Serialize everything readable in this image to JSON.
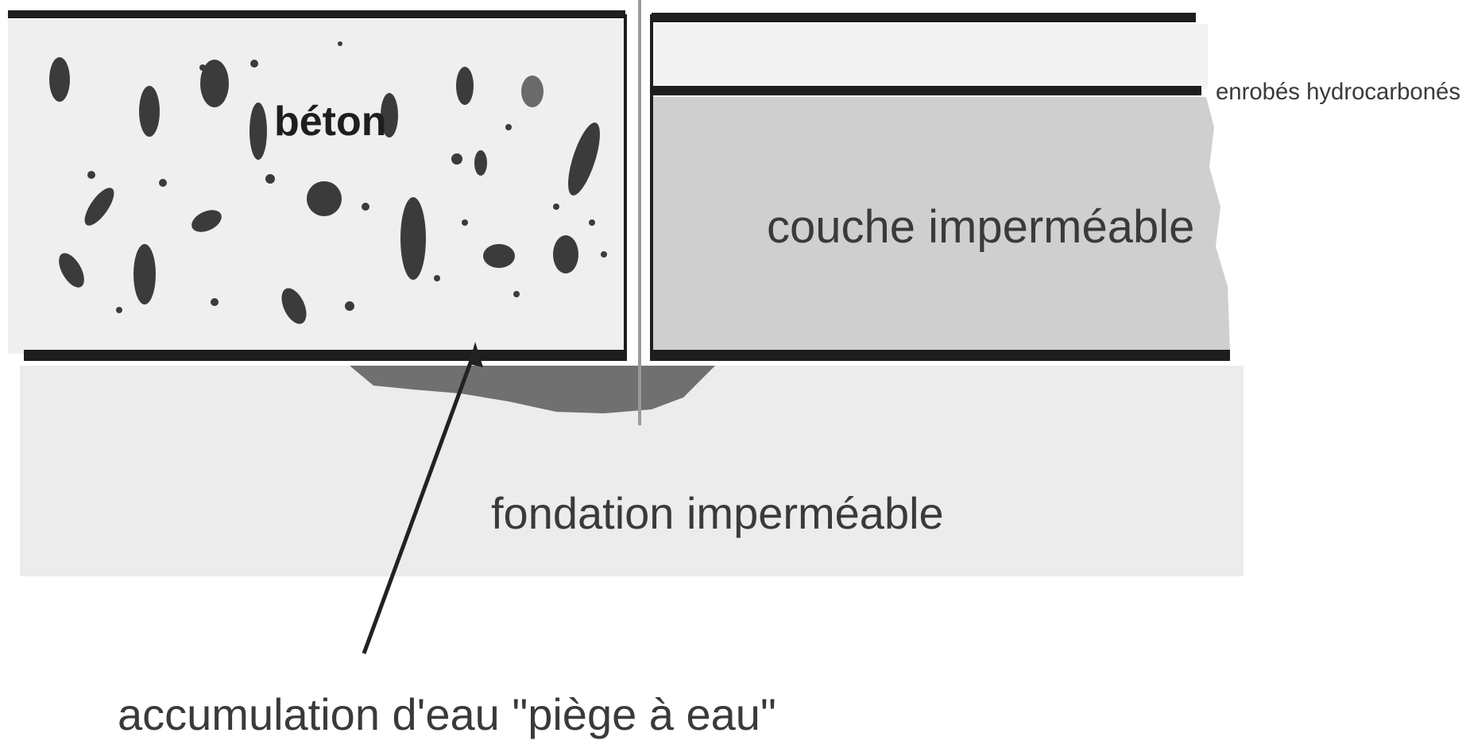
{
  "labels": {
    "concrete": "béton",
    "asphalt": "enrobés hydrocarbonés",
    "impermeable_layer": "couche imperméable",
    "impermeable_foundation": "fondation imperméable",
    "water_trap": "accumulation d'eau \"piège à eau\""
  },
  "colors": {
    "concrete_fill": "#efefef",
    "aggregate": "#3b3b3b",
    "asphalt_fill": "#f3f3f3",
    "impermeable_layer_fill": "#cfcfcf",
    "foundation_fill": "#ececec",
    "water_fill": "#5a5a5a",
    "line": "#1e1e1e",
    "text": "#3a3a3a"
  }
}
